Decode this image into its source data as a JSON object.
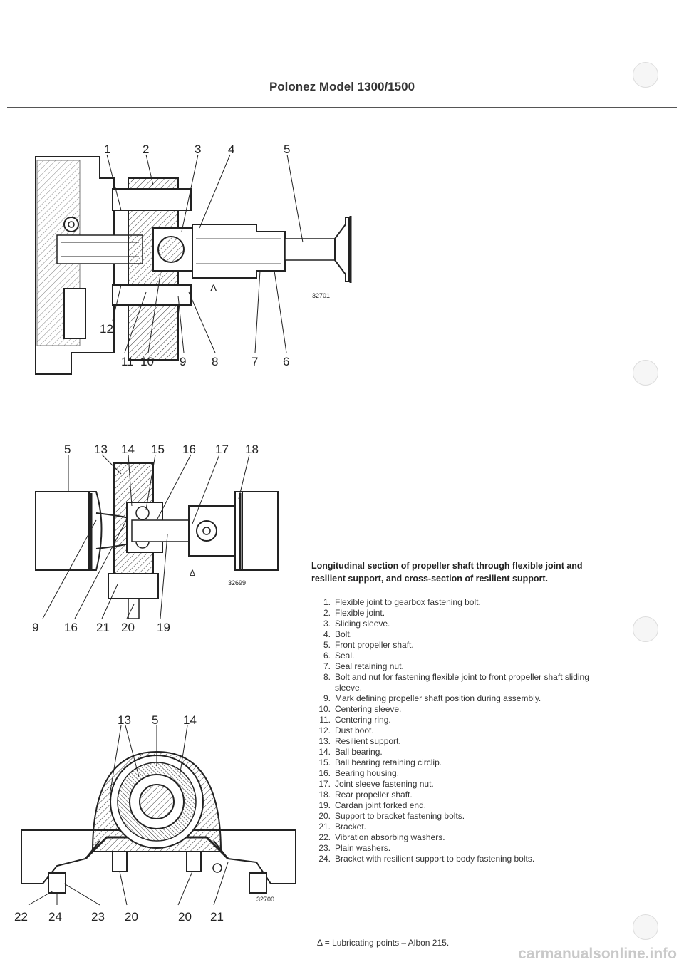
{
  "header": {
    "title": "Polonez Model 1300/1500"
  },
  "figures": {
    "top": {
      "code": "32701",
      "labels_top": [
        "1",
        "2",
        "3",
        "4",
        "5"
      ],
      "labels_bottom": [
        "12",
        "11",
        "10",
        "9",
        "8",
        "7",
        "6"
      ],
      "lube_mark": "Δ"
    },
    "middle": {
      "code": "32699",
      "labels_top": [
        "5",
        "13",
        "14",
        "15",
        "16",
        "17",
        "18"
      ],
      "labels_bottom": [
        "9",
        "16",
        "21",
        "20",
        "19"
      ],
      "lube_mark": "Δ"
    },
    "bottom": {
      "code": "32700",
      "labels_top": [
        "13",
        "5",
        "14"
      ],
      "labels_bottom": [
        "22",
        "24",
        "23",
        "20",
        "20",
        "21"
      ]
    }
  },
  "caption": "Longitudinal section of propeller shaft through flexible joint and resilient support, and cross-section of resilient support.",
  "legend": [
    {
      "num": "1.",
      "text": "Flexible joint to gearbox fastening bolt."
    },
    {
      "num": "2.",
      "text": "Flexible joint."
    },
    {
      "num": "3.",
      "text": "Sliding sleeve."
    },
    {
      "num": "4.",
      "text": "Bolt."
    },
    {
      "num": "5.",
      "text": "Front propeller shaft."
    },
    {
      "num": "6.",
      "text": "Seal."
    },
    {
      "num": "7.",
      "text": "Seal retaining nut."
    },
    {
      "num": "8.",
      "text": "Bolt and nut for fastening flexible joint to front propeller shaft sliding sleeve."
    },
    {
      "num": "9.",
      "text": "Mark defining propeller shaft position during assembly."
    },
    {
      "num": "10.",
      "text": "Centering sleeve."
    },
    {
      "num": "11.",
      "text": "Centering ring."
    },
    {
      "num": "12.",
      "text": "Dust boot."
    },
    {
      "num": "13.",
      "text": "Resilient support."
    },
    {
      "num": "14.",
      "text": "Ball bearing."
    },
    {
      "num": "15.",
      "text": "Ball bearing retaining circlip."
    },
    {
      "num": "16.",
      "text": "Bearing housing."
    },
    {
      "num": "17.",
      "text": "Joint sleeve fastening nut."
    },
    {
      "num": "18.",
      "text": "Rear propeller shaft."
    },
    {
      "num": "19.",
      "text": "Cardan joint forked end."
    },
    {
      "num": "20.",
      "text": "Support to bracket fastening bolts."
    },
    {
      "num": "21.",
      "text": "Bracket."
    },
    {
      "num": "22.",
      "text": "Vibration absorbing washers."
    },
    {
      "num": "23.",
      "text": "Plain washers."
    },
    {
      "num": "24.",
      "text": "Bracket with resilient support to body fastening bolts."
    }
  ],
  "footnote": "Δ = Lubricating points – Albon 215.",
  "watermark": "carmanualsonline.info"
}
